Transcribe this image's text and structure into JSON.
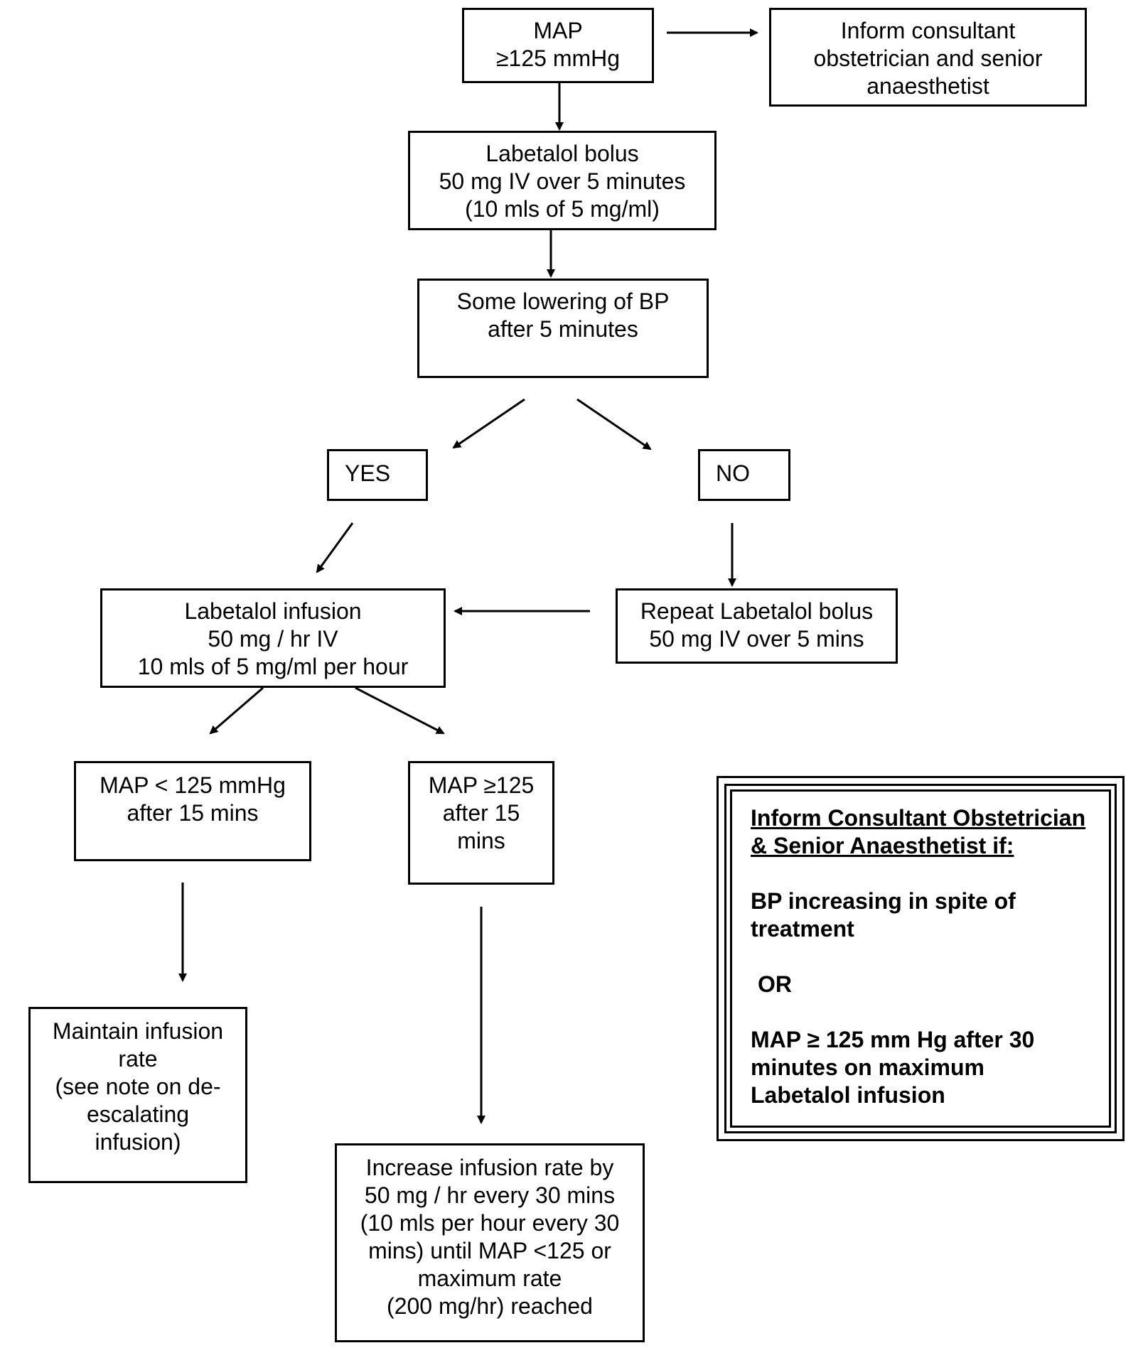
{
  "nodes": {
    "map_high": [
      "MAP",
      "≥125 mmHg"
    ],
    "inform_top": [
      "Inform consultant",
      "obstetrician and senior",
      "anaesthetist"
    ],
    "bolus": [
      "Labetalol bolus",
      "50 mg IV over 5 minutes",
      "(10 mls of 5 mg/ml)"
    ],
    "lowering": [
      "Some lowering of BP",
      "after 5 minutes"
    ],
    "yes": "YES",
    "no": "NO",
    "infusion": [
      "Labetalol infusion",
      "50 mg / hr IV",
      "10 mls of 5 mg/ml per hour"
    ],
    "repeat_bolus": [
      "Repeat Labetalol bolus",
      "50 mg IV over 5 mins"
    ],
    "map_below": [
      "MAP < 125 mmHg",
      "after 15 mins"
    ],
    "map_above": [
      "MAP ≥125",
      "after 15",
      "mins"
    ],
    "maintain": [
      "Maintain infusion",
      "rate",
      "(see note on de-",
      "escalating",
      "infusion)"
    ],
    "increase": [
      "Increase infusion rate by",
      "50 mg / hr every 30 mins",
      "(10 mls per hour every 30",
      "mins) until MAP <125 or",
      "maximum rate",
      "(200 mg/hr) reached"
    ]
  },
  "notice": {
    "title": [
      "Inform Consultant Obstetrician",
      "& Senior Anaesthetist if:"
    ],
    "condition_1": [
      "BP increasing in spite of",
      "treatment"
    ],
    "or": "OR",
    "condition_2": [
      "MAP ≥ 125 mm Hg after 30",
      "minutes on maximum",
      "Labetalol infusion"
    ]
  }
}
